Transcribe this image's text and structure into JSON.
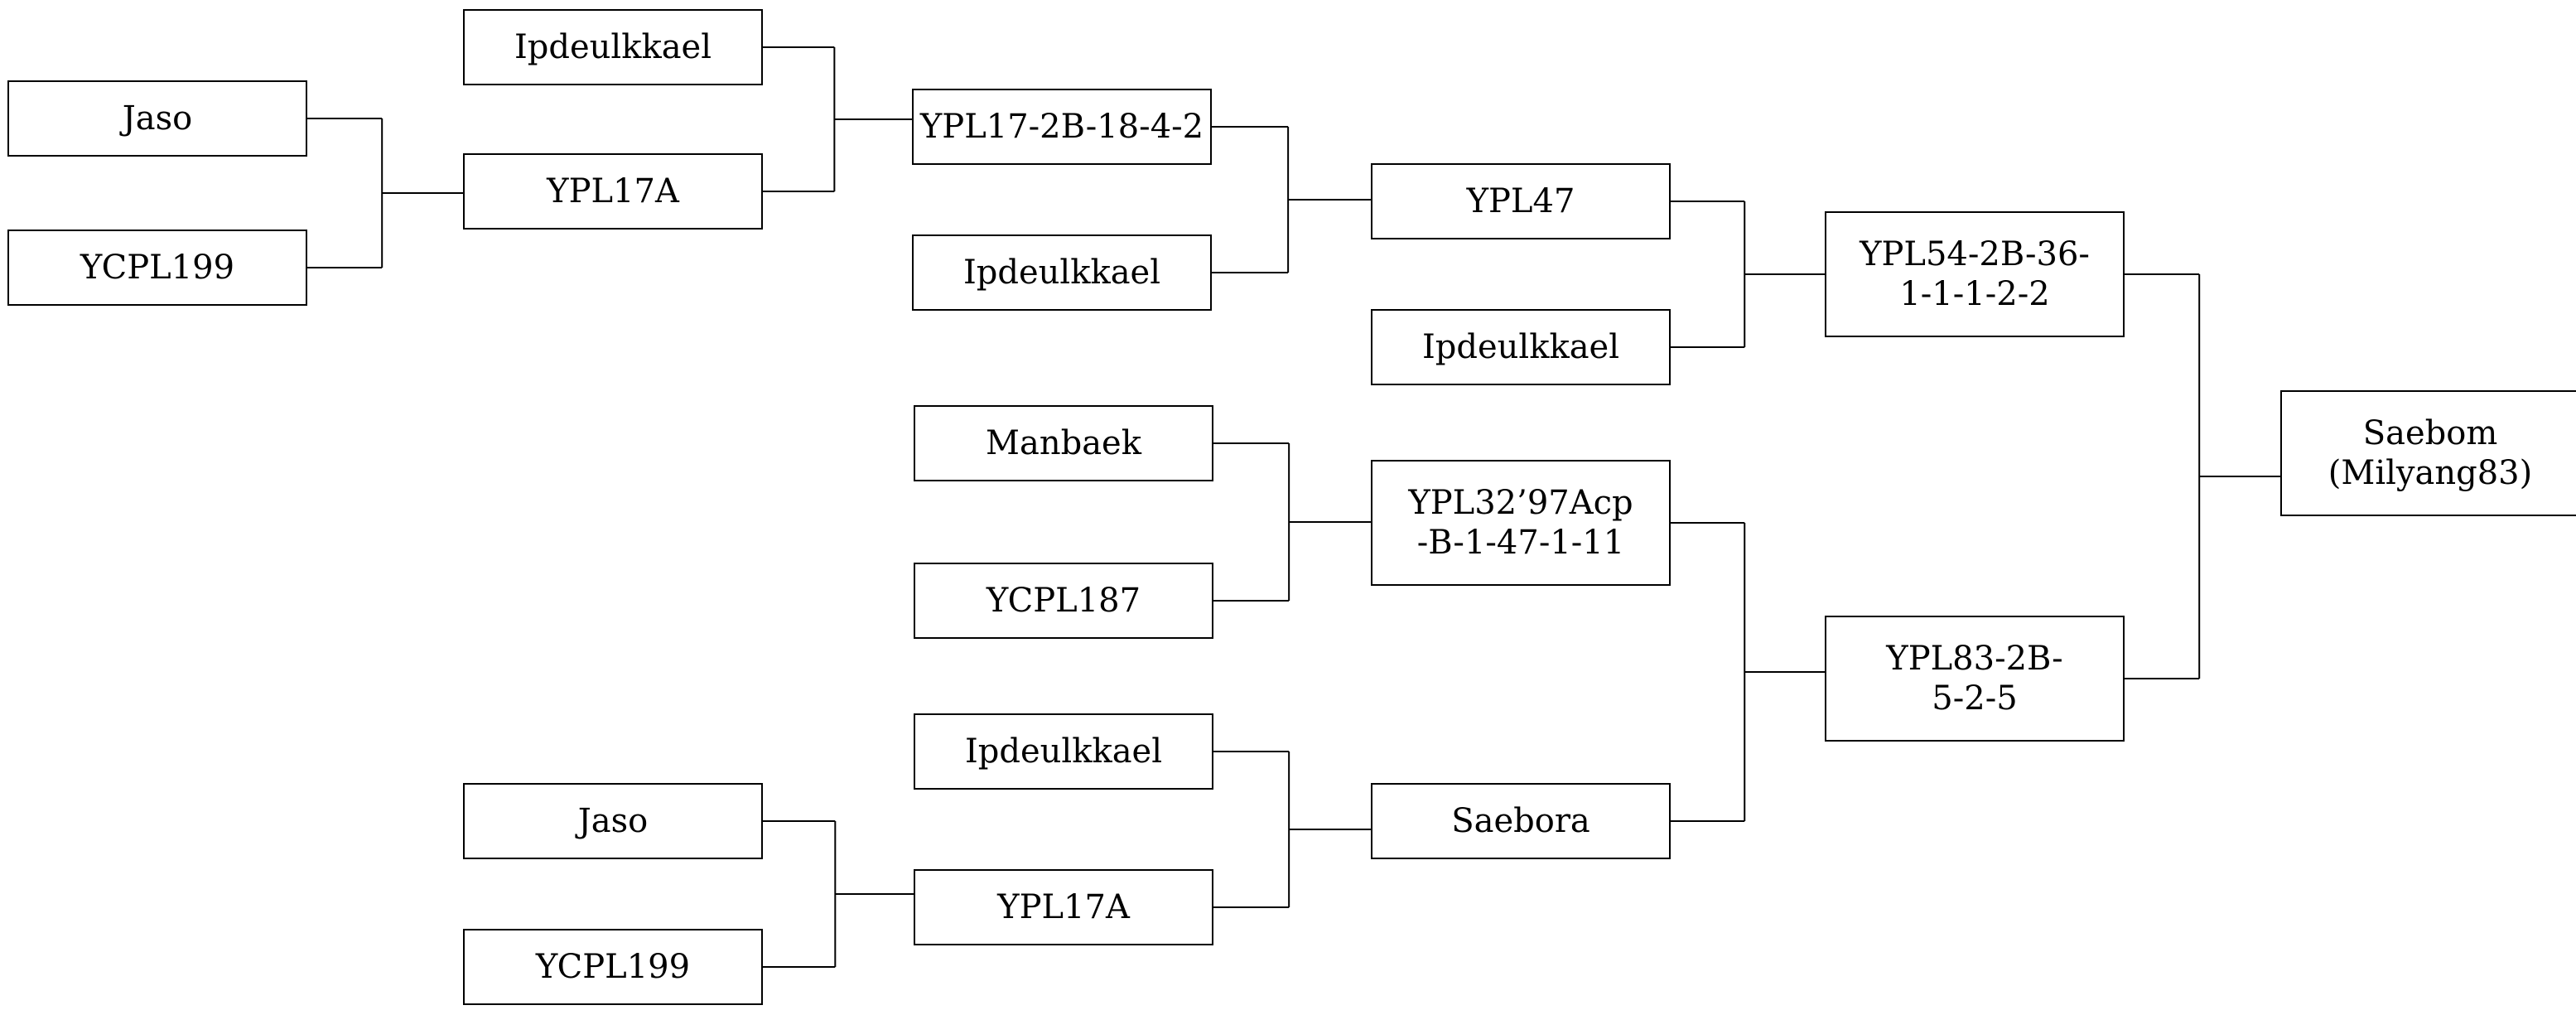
{
  "pedigree": {
    "n1": {
      "lines": [
        "Jaso"
      ]
    },
    "n2": {
      "lines": [
        "YCPL199"
      ]
    },
    "n3": {
      "lines": [
        "Ipdeulkkael"
      ]
    },
    "n4": {
      "lines": [
        "YPL17A"
      ]
    },
    "n5": {
      "lines": [
        "YPL17-2B-18-4-2"
      ]
    },
    "n6": {
      "lines": [
        "Ipdeulkkael"
      ]
    },
    "n7": {
      "lines": [
        "YPL47"
      ]
    },
    "n8": {
      "lines": [
        "Ipdeulkkael"
      ]
    },
    "n9": {
      "lines": [
        "YPL54-2B-36-",
        "1-1-1-2-2"
      ]
    },
    "n10": {
      "lines": [
        "Manbaek"
      ]
    },
    "n11": {
      "lines": [
        "YCPL187"
      ]
    },
    "n12": {
      "lines": [
        "YPL32’97Acp",
        "-B-1-47-1-11"
      ]
    },
    "n13": {
      "lines": [
        "Ipdeulkkael"
      ]
    },
    "n14": {
      "lines": [
        "Jaso"
      ]
    },
    "n15": {
      "lines": [
        "YCPL199"
      ]
    },
    "n16": {
      "lines": [
        "YPL17A"
      ]
    },
    "n17": {
      "lines": [
        "Saebora"
      ]
    },
    "n18": {
      "lines": [
        "YPL83-2B-",
        "5-2-5"
      ]
    },
    "n19": {
      "lines": [
        "Saebom",
        "(Milyang83)"
      ]
    }
  }
}
